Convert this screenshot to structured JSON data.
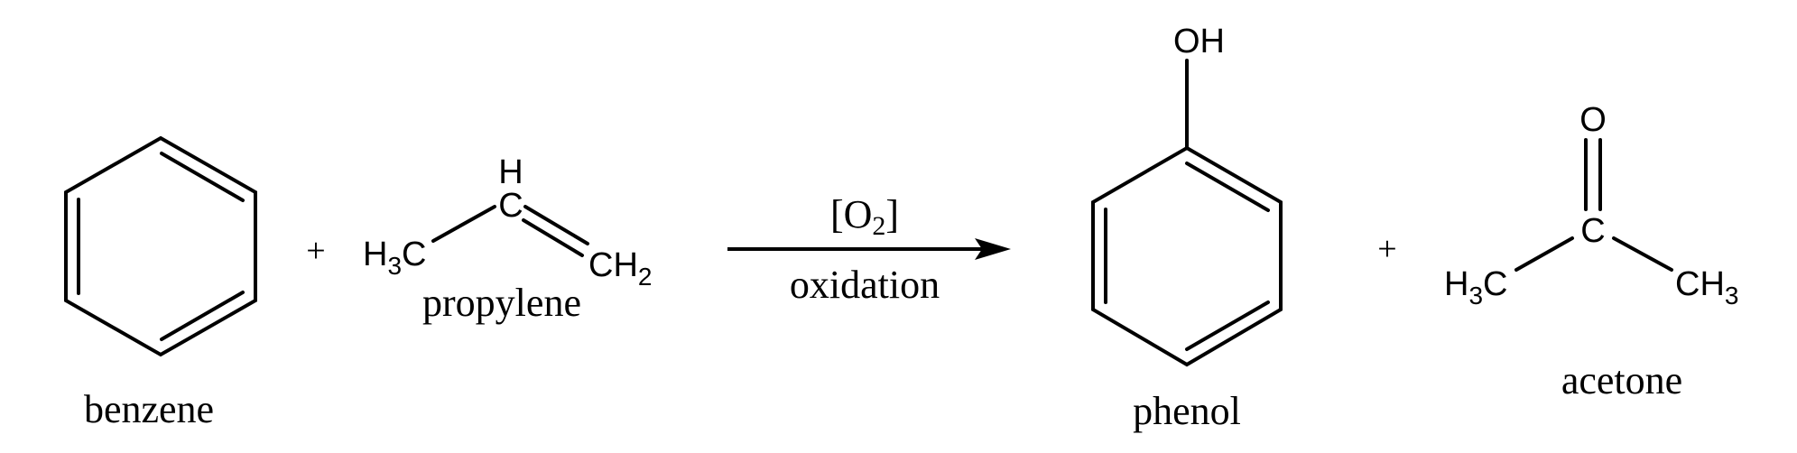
{
  "reaction": {
    "reactants": [
      {
        "name": "benzene",
        "formula_labels": []
      },
      {
        "name": "propylene",
        "formula_labels": [
          "H",
          "C",
          "H3C",
          "CH2"
        ]
      }
    ],
    "products": [
      {
        "name": "phenol",
        "formula_labels": [
          "OH"
        ]
      },
      {
        "name": "acetone",
        "formula_labels": [
          "O",
          "C",
          "H3C",
          "CH3"
        ]
      }
    ],
    "plus_sign": "+",
    "arrow": {
      "above": {
        "main": "[O",
        "sub": "2",
        "close": "]"
      },
      "below": "oxidation"
    }
  },
  "labels": {
    "benzene": "benzene",
    "propylene": "propylene",
    "phenol": "phenol",
    "acetone": "acetone",
    "propylene_H": "H",
    "propylene_C": "C",
    "propylene_H3C_H": "H",
    "propylene_H3C_3": "3",
    "propylene_H3C_C": "C",
    "propylene_CH2_CH": "CH",
    "propylene_CH2_2": "2",
    "phenol_OH": "OH",
    "acetone_O": "O",
    "acetone_C": "C",
    "acetone_H3C_H": "H",
    "acetone_H3C_3": "3",
    "acetone_H3C_C": "C",
    "acetone_CH3_CH": "CH",
    "acetone_CH3_3": "3",
    "plus1": "+",
    "plus2": "+",
    "cond_open": "[O",
    "cond_sub": "2",
    "cond_close": "]",
    "cond_below": "oxidation"
  }
}
